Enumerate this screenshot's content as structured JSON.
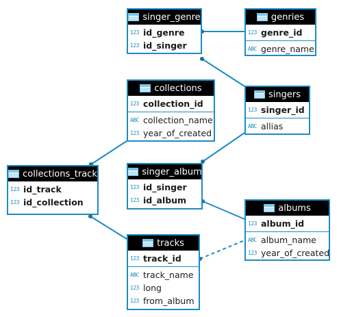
{
  "entities": {
    "singer_genre": {
      "title": "singer_genre",
      "pk": [
        {
          "icon": "123",
          "name": "id_genre"
        },
        {
          "icon": "123",
          "name": "id_singer"
        }
      ]
    },
    "genries": {
      "title": "genries",
      "pk": [
        {
          "icon": "123",
          "name": "genre_id"
        }
      ],
      "cols": [
        {
          "icon": "ABC",
          "name": "genre_name"
        }
      ]
    },
    "collections": {
      "title": "collections",
      "pk": [
        {
          "icon": "123",
          "name": "collection_id"
        }
      ],
      "cols": [
        {
          "icon": "ABC",
          "name": "collection_name"
        },
        {
          "icon": "123",
          "name": "year_of_created"
        }
      ]
    },
    "singers": {
      "title": "singers",
      "pk": [
        {
          "icon": "123",
          "name": "singer_id"
        }
      ],
      "cols": [
        {
          "icon": "ABC",
          "name": "allias"
        }
      ]
    },
    "collections_track": {
      "title": "collections_track",
      "pk": [
        {
          "icon": "123",
          "name": "id_track"
        },
        {
          "icon": "123",
          "name": "id_collection"
        }
      ]
    },
    "singer_album": {
      "title": "singer_album",
      "pk": [
        {
          "icon": "123",
          "name": "id_singer"
        },
        {
          "icon": "123",
          "name": "id_album"
        }
      ]
    },
    "albums": {
      "title": "albums",
      "pk": [
        {
          "icon": "123",
          "name": "album_id"
        }
      ],
      "cols": [
        {
          "icon": "ABC",
          "name": "album_name"
        },
        {
          "icon": "123",
          "name": "year_of_created"
        }
      ]
    },
    "tracks": {
      "title": "tracks",
      "pk": [
        {
          "icon": "123",
          "name": "track_id"
        }
      ],
      "cols": [
        {
          "icon": "ABC",
          "name": "track_name"
        },
        {
          "icon": "123",
          "name": "long"
        },
        {
          "icon": "123",
          "name": "from_album"
        }
      ]
    }
  },
  "colors": {
    "accent": "#1b8bc4",
    "header_bg": "#000000",
    "header_fg": "#ffffff"
  }
}
